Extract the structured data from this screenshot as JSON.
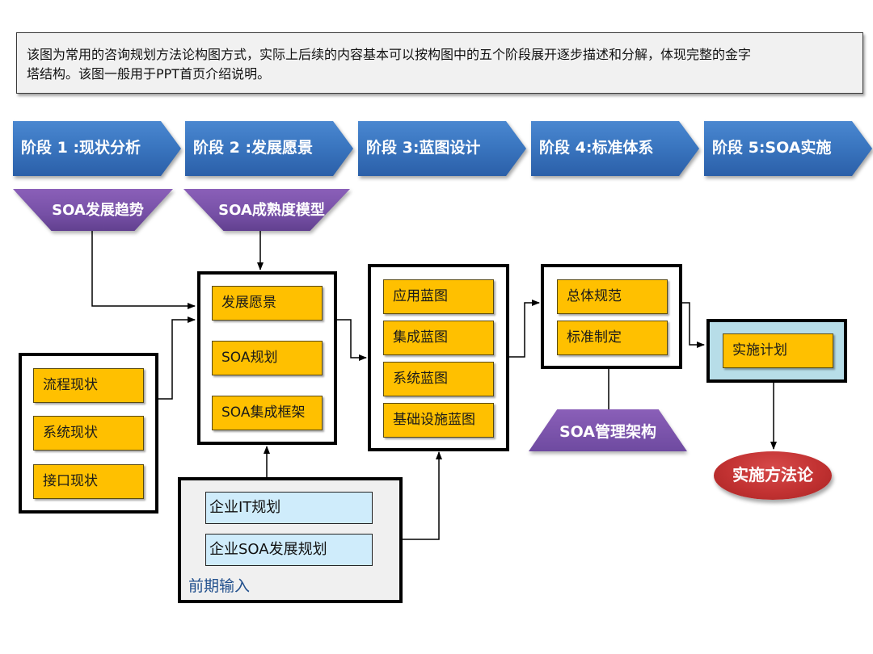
{
  "note": {
    "line1": "该图为常用的咨询规划方法论构图方式，实际上后续的内容基本可以按构图中的五个阶段展开逐步描述和分解，体现完整的金字",
    "line2": "塔结构。该图一般用于PPT首页介绍说明。"
  },
  "stages": [
    {
      "label": "阶段 1 :现状分析"
    },
    {
      "label": "阶段 2 :发展愿景"
    },
    {
      "label": "阶段 3:蓝图设计"
    },
    {
      "label": "阶段 4:标准体系"
    },
    {
      "label": "阶段 5:SOA实施"
    }
  ],
  "inputs_top": [
    {
      "label": "SOA发展趋势"
    },
    {
      "label": "SOA成熟度模型"
    }
  ],
  "current_state": {
    "items": [
      "流程现状",
      "系统现状",
      "接口现状"
    ]
  },
  "vision": {
    "items": [
      "发展愿景",
      "SOA规划",
      "SOA集成框架"
    ]
  },
  "blueprint": {
    "items": [
      "应用蓝图",
      "集成蓝图",
      "系统蓝图",
      "基础设施蓝图"
    ]
  },
  "standards": {
    "items": [
      "总体规范",
      "标准制定"
    ]
  },
  "governance": {
    "label": "SOA管理架构"
  },
  "implementation": {
    "items": [
      "实施计划"
    ]
  },
  "methodology": {
    "label": "实施方法论"
  },
  "prior_inputs": {
    "items": [
      "企业IT规划",
      "企业SOA发展规划"
    ],
    "caption": "前期输入"
  },
  "colors": {
    "stage_blue": "#3a76c0",
    "trapezoid_purple": "#7650a6",
    "item_yellow": "#ffc000",
    "input_blue": "#cfecfb",
    "impl_bg": "#b7dde8",
    "method_red": "#c23232",
    "caption_blue": "#1f4e8c"
  }
}
